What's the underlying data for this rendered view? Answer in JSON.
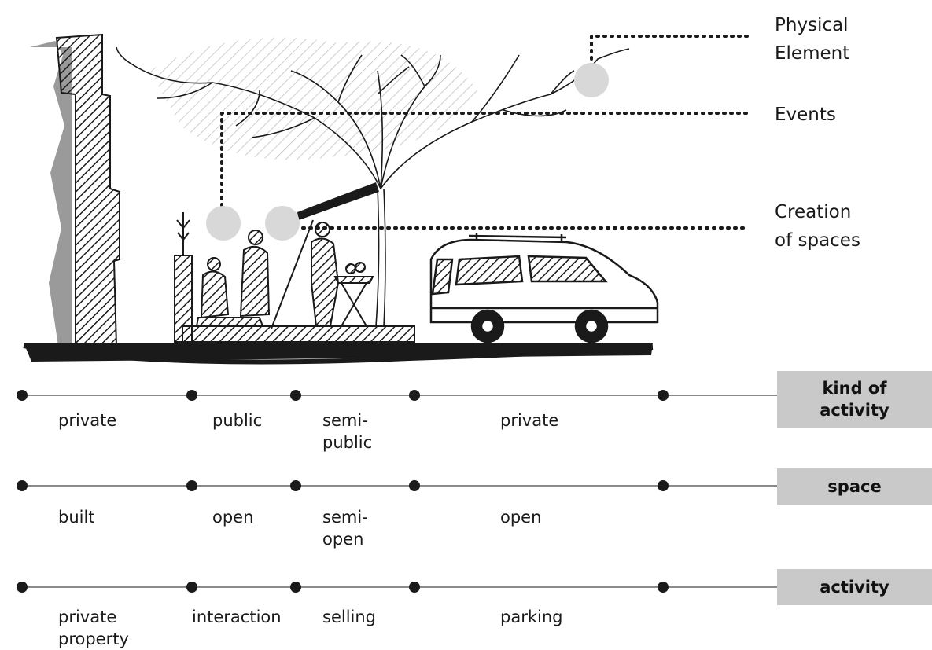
{
  "callouts": {
    "physical_element": "Physical\nElement",
    "events": "Events",
    "creation_of_spaces": "Creation\nof spaces"
  },
  "rows": [
    {
      "category": "kind of\nactivity",
      "labels": [
        "private",
        "public",
        "semi-\npublic",
        "private"
      ]
    },
    {
      "category": "space",
      "labels": [
        "built",
        "open",
        "semi-\nopen",
        "open"
      ]
    },
    {
      "category": "activity",
      "labels": [
        "private\nproperty",
        "interaction",
        "selling",
        "parking"
      ]
    }
  ],
  "colors": {
    "ink": "#1a1a1a",
    "marker": "#d8d8d8",
    "category_fill": "#c9c9c9",
    "wall_shadow": "#9a9a9a"
  }
}
